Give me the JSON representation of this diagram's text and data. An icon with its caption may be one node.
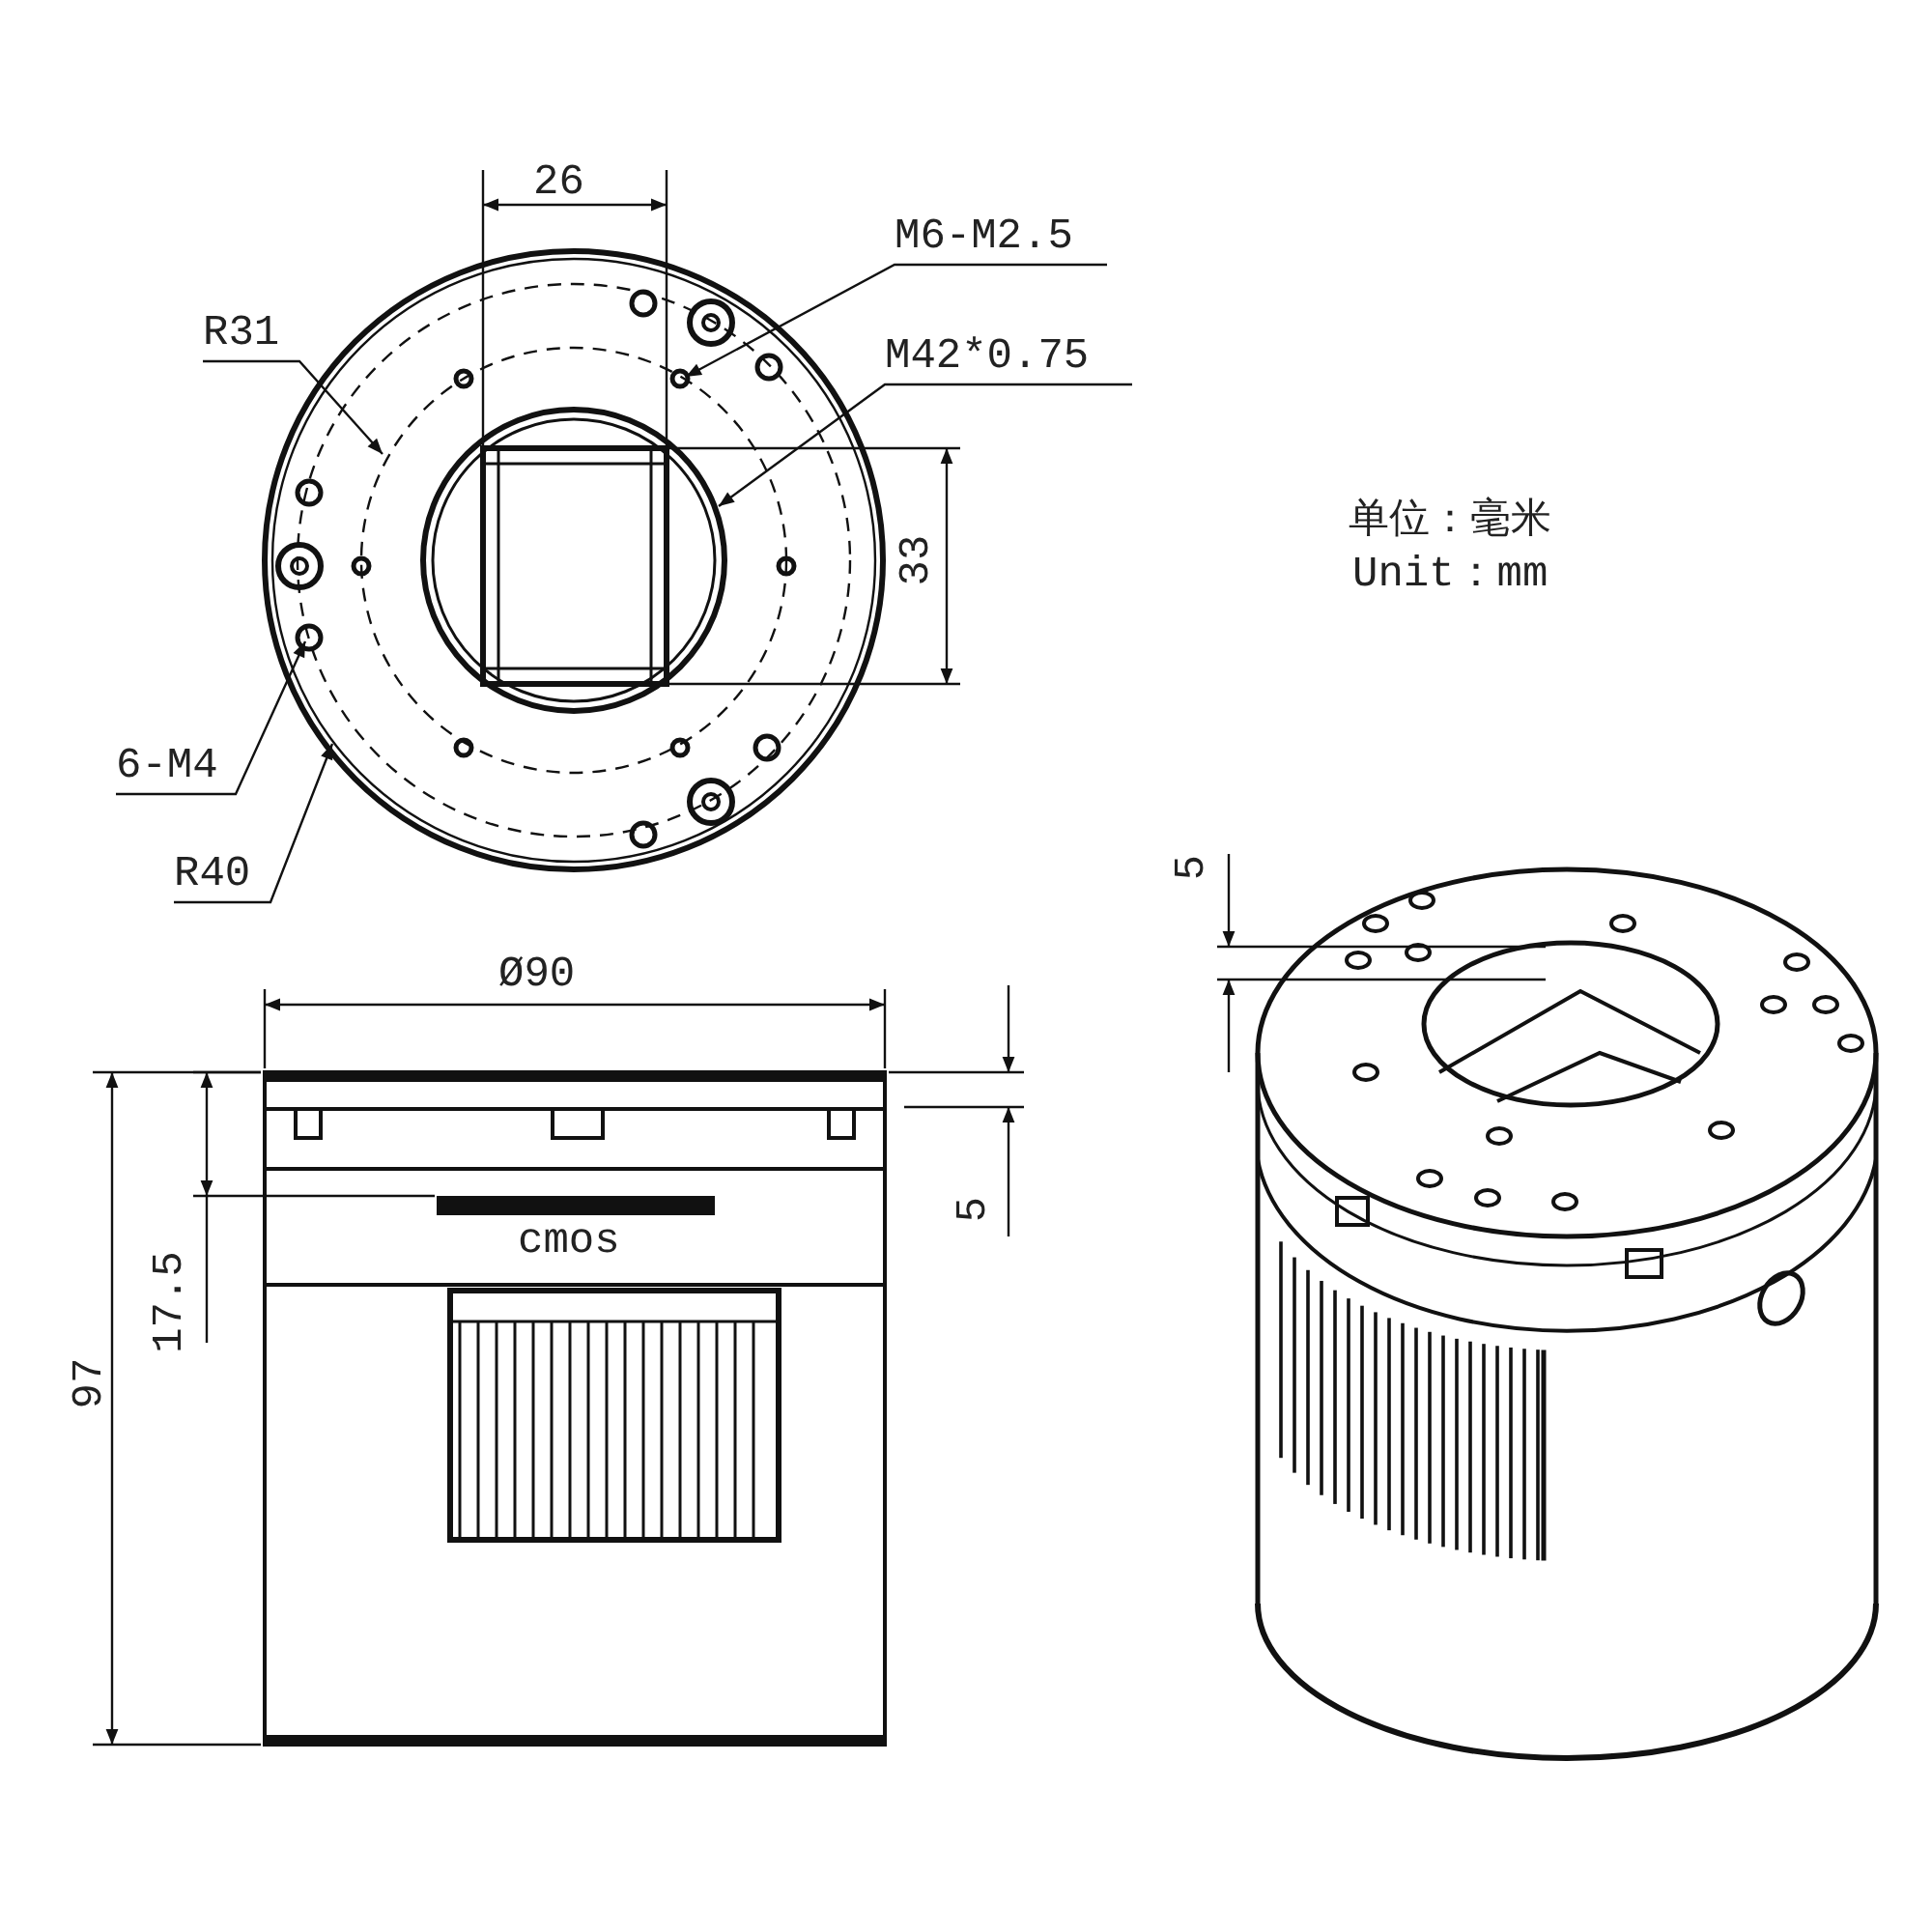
{
  "diagram": {
    "nodes": [
      {
        "text": [
          "M6-M2.5"
        ]
      },
      {
        "text": [
          "R31"
        ]
      },
      {
        "text": [
          "M42*0.75"
        ]
      },
      {
        "text": [
          "6-M4"
        ]
      },
      {
        "text": [
          "R40"
        ]
      }
    ],
    "edges": [
      {
        "from": 0,
        "to": null,
        "arrow": "to"
      },
      {
        "from": 1,
        "to": null,
        "arrow": "to"
      },
      {
        "from": 2,
        "to": null,
        "arrow": "to"
      },
      {
        "from": 3,
        "to": null,
        "arrow": "to"
      },
      {
        "from": 4,
        "to": null,
        "arrow": "to"
      }
    ],
    "labels": [
      "26",
      "单位：毫米",
      "Unit：mm",
      "33",
      "5",
      "Ø90",
      "17.5",
      "5",
      "cmos",
      "97"
    ]
  }
}
